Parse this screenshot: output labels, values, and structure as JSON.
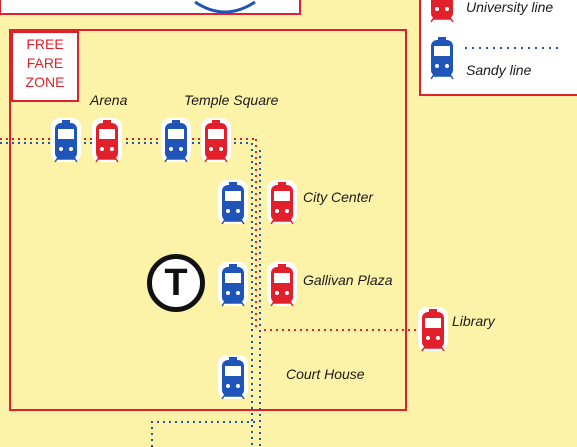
{
  "colors": {
    "background": "#fdf3a8",
    "zone_border": "#e2202c",
    "university_line": "#e2202c",
    "sandy_line": "#1f55b8",
    "badge": "#111111"
  },
  "free_fare_zone": {
    "line1": "FREE",
    "line2": "FARE",
    "line3": "ZONE"
  },
  "legend": {
    "university": "University line",
    "sandy": "Sandy line"
  },
  "transit_badge": {
    "letter": "T"
  },
  "stations": {
    "arena": "Arena",
    "temple_square": "Temple Square",
    "city_center": "City Center",
    "gallivan_plaza": "Gallivan Plaza",
    "library": "Library",
    "court_house": "Court House"
  },
  "icons": [
    "train-icon",
    "transit-t-icon"
  ]
}
